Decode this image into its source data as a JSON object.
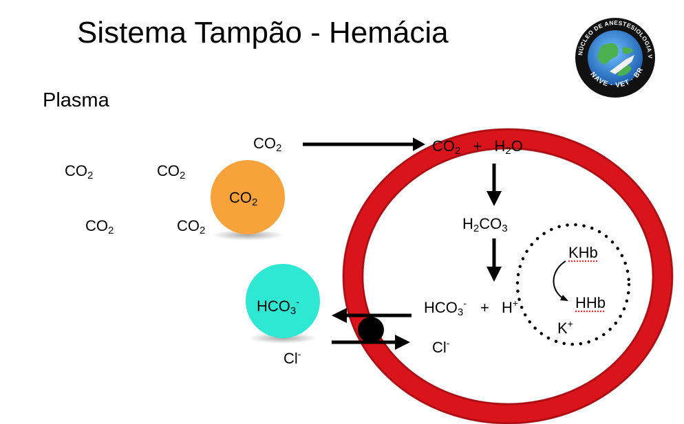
{
  "title": "Sistema Tampão - Hemácia",
  "region_label": "Plasma",
  "plasma_co2": {
    "label": "CO",
    "subscript": "2"
  },
  "orange_circle": {
    "label": "CO",
    "subscript": "2",
    "color": "#F7A23B"
  },
  "cyan_circle": {
    "label": "HCO",
    "subscript": "3",
    "superscript": "-",
    "color": "#2EE8D4"
  },
  "incoming_co2": {
    "label": "CO",
    "subscript": "2"
  },
  "plasma_chloride": {
    "label": "Cl",
    "superscript": "-"
  },
  "reaction": {
    "step1": {
      "co2": "CO",
      "co2_sub": "2",
      "plus": "+",
      "water_h": "H",
      "water_sub": "2",
      "water_o": "O"
    },
    "step2": {
      "h": "H",
      "h_sub": "2",
      "co": "CO",
      "co_sub": "3"
    },
    "step3": {
      "hco": "HCO",
      "hco_sub": "3",
      "hco_sup": "-",
      "plus": "+",
      "h": "H",
      "h_sup": "+"
    },
    "cell_chloride": {
      "label": "Cl",
      "superscript": "-"
    }
  },
  "hemoglobin": {
    "khb": "KHb",
    "hhb": "HHb",
    "k": "K",
    "k_sup": "+"
  },
  "logo": {
    "ring_text": "NÚCLEO DE ANESTESIOLOGIA VETERINÁRIA",
    "bottom_text": "NAVE · VET · BR"
  },
  "colors": {
    "cell_membrane": "#D9141B",
    "arrows": "#000000",
    "exchanger": "#000000"
  }
}
